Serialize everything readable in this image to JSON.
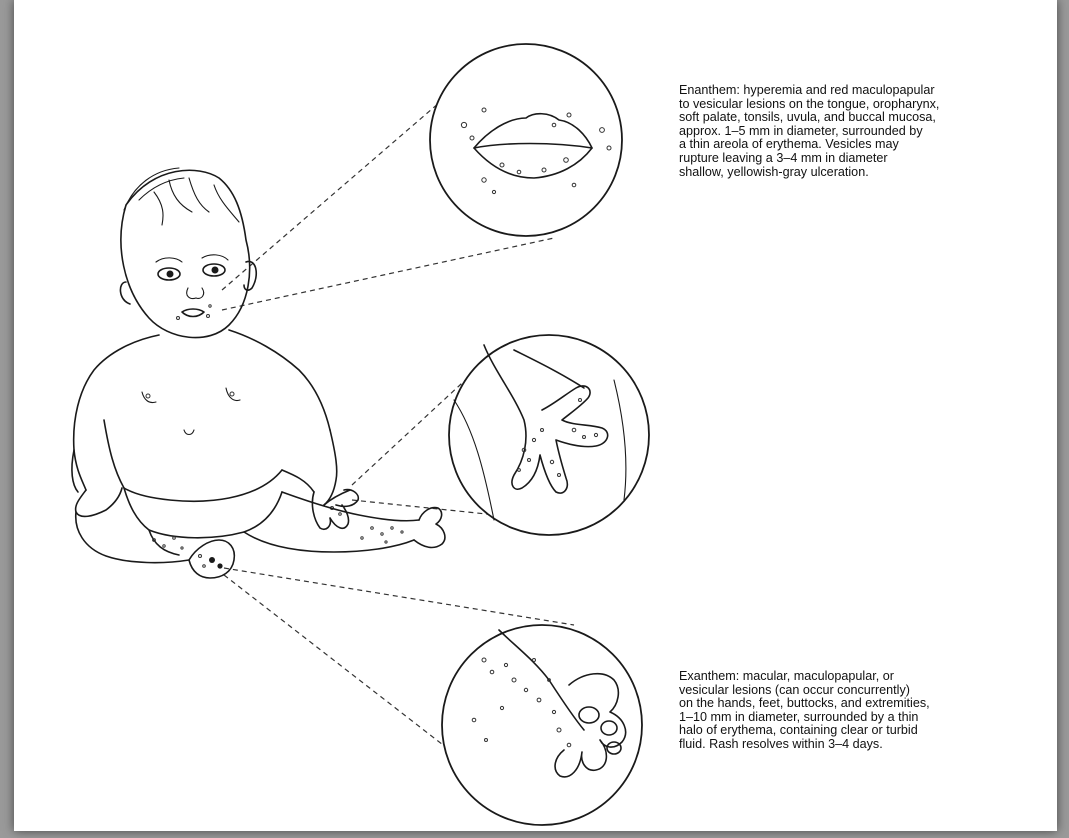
{
  "callouts": {
    "enanthem": {
      "lines": [
        "Enanthem: hyperemia and red maculopapular",
        "to vesicular lesions on the tongue, oropharynx,",
        "soft palate, tonsils, uvula, and buccal mucosa,",
        "approx. 1–5 mm in diameter, surrounded by",
        "a thin areola of erythema. Vesicles may",
        "rupture leaving a 3–4 mm in diameter",
        "shallow, yellowish-gray ulceration."
      ]
    },
    "exanthem": {
      "lines": [
        "Exanthem: macular, maculopapular, or",
        "vesicular lesions (can occur concurrently)",
        "on the hands, feet, buttocks, and extremities,",
        "1–10 mm in diameter, surrounded by a thin",
        "halo of erythema, containing clear or turbid",
        "fluid. Rash resolves within 3–4 days."
      ]
    }
  },
  "colors": {
    "frame": "#9a9a9a",
    "page": "#ffffff",
    "ink": "#1a1a1a"
  }
}
